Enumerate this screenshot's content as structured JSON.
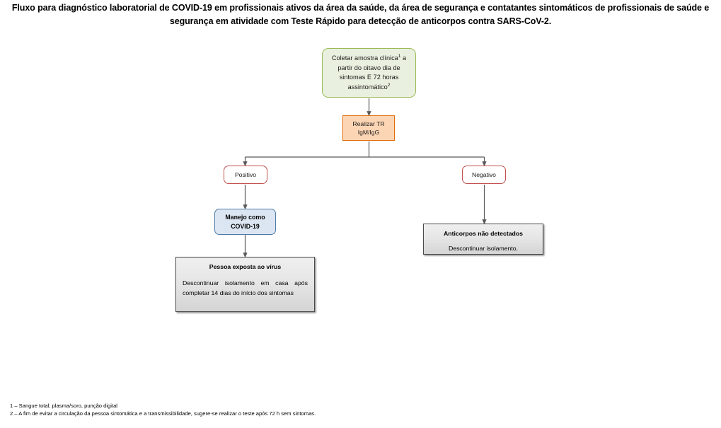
{
  "title": "Fluxo para diagnóstico laboratorial de COVID-19 em profissionais ativos da área da saúde, da área de segurança e contatantes sintomáticos de profissionais de saúde e segurança em atividade com Teste Rápido para detecção de anticorpos contra SARS-CoV-2.",
  "diagram": {
    "type": "flowchart",
    "nodes": {
      "collect": {
        "text_line1": "Coletar amostra clínica",
        "sup1": "1",
        "text_line1b": " a",
        "text_line2": "partir do oitavo dia de",
        "text_line3": "sintomas E 72 horas",
        "text_line4": "assintomático",
        "sup2": "2",
        "fill": "#eaf0df",
        "border": "#9bbb59",
        "shape": "rounded-rectangle"
      },
      "test": {
        "line1": "Realizar TR",
        "line2": "IgM/IgG",
        "fill": "#fcd5b4",
        "border": "#e36c0a",
        "shape": "rectangle"
      },
      "positive": {
        "label": "Positivo",
        "fill": "#ffffff",
        "border": "#c0504d",
        "shape": "rounded-rectangle"
      },
      "negative": {
        "label": "Negativo",
        "fill": "#ffffff",
        "border": "#c0504d",
        "shape": "rounded-rectangle"
      },
      "manage": {
        "line1": "Manejo como",
        "line2": "COVID-19",
        "fill": "#dce6f2",
        "border": "#4f7aa8",
        "shape": "rounded-rectangle"
      },
      "exposed": {
        "heading": "Pessoa exposta ao vírus",
        "body": "Descontinuar isolamento em casa após completar 14 dias do início dos sintomas",
        "fill": "#e6e6e6",
        "border": "#4a4a4a",
        "shape": "rectangle-shadow"
      },
      "antibodies": {
        "heading": "Anticorpos não detectados",
        "body": "Descontinuar isolamento.",
        "fill": "#e6e6e6",
        "border": "#4a4a4a",
        "shape": "rectangle-shadow"
      }
    },
    "edges": [
      {
        "from": "collect",
        "to": "test",
        "style": "arrow-down"
      },
      {
        "from": "test",
        "to": "positive",
        "style": "elbow-arrow-left"
      },
      {
        "from": "test",
        "to": "negative",
        "style": "elbow-arrow-right"
      },
      {
        "from": "positive",
        "to": "manage",
        "style": "arrow-down"
      },
      {
        "from": "manage",
        "to": "exposed",
        "style": "arrow-down"
      },
      {
        "from": "negative",
        "to": "antibodies",
        "style": "arrow-down"
      }
    ],
    "connector_color": "#595959"
  },
  "footnotes": [
    "1 – Sangue total, plasma/soro, punção digital",
    "2 – A fim de evitar a circulação da pessoa sintomática e a transmissibilidade, sugere-se realizar o teste após 72 h sem sintomas."
  ]
}
